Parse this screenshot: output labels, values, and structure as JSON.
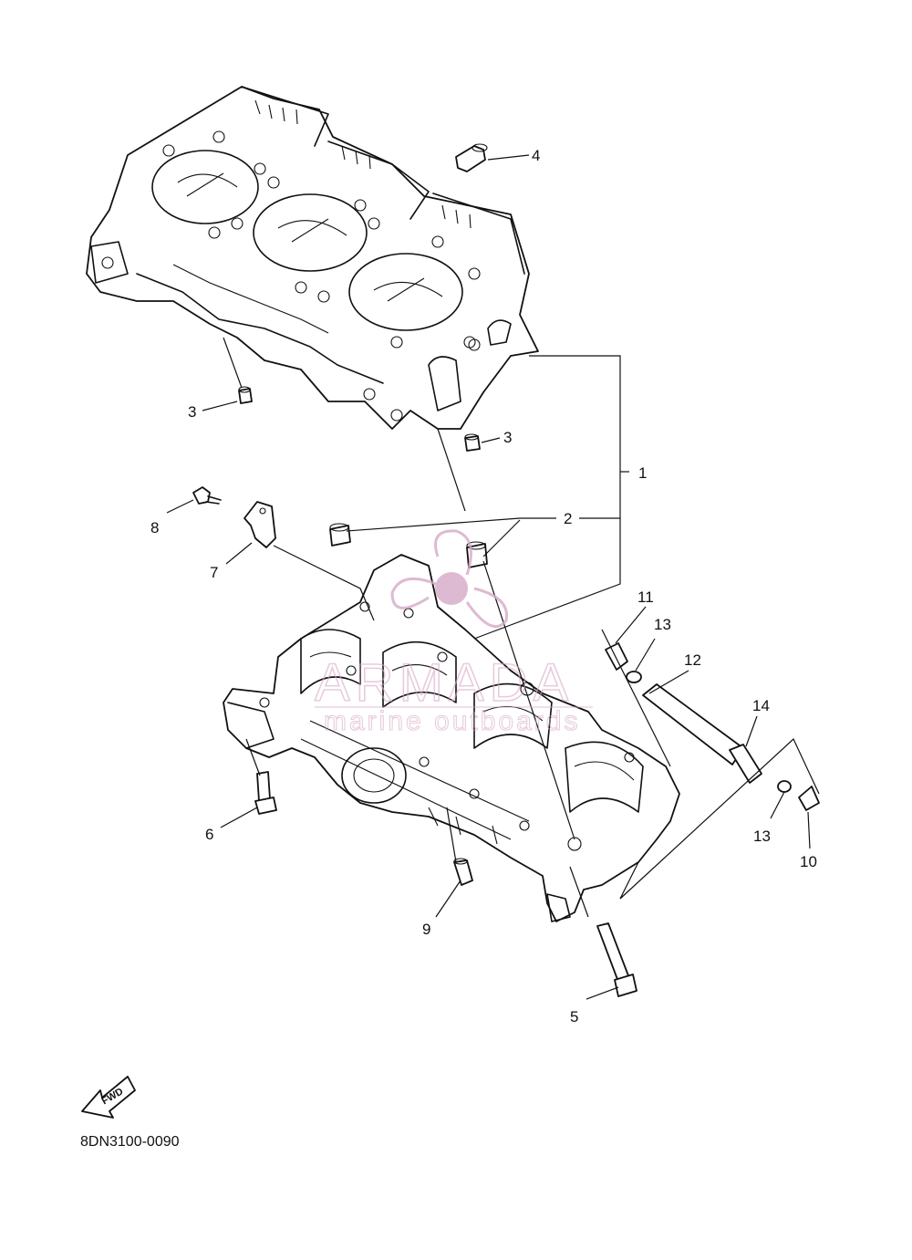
{
  "callouts": {
    "c1": "1",
    "c2": "2",
    "c3a": "3",
    "c3b": "3",
    "c4": "4",
    "c5": "5",
    "c6": "6",
    "c7": "7",
    "c8": "8",
    "c9": "9",
    "c10": "10",
    "c11": "11",
    "c12": "12",
    "c13a": "13",
    "c13b": "13",
    "c14": "14"
  },
  "watermark": {
    "brand": "ARMADA",
    "tagline": "marine outboards",
    "color": "#d7a9c7"
  },
  "fwd_label": "FWD",
  "diagram_code": "8DN3100-0090"
}
